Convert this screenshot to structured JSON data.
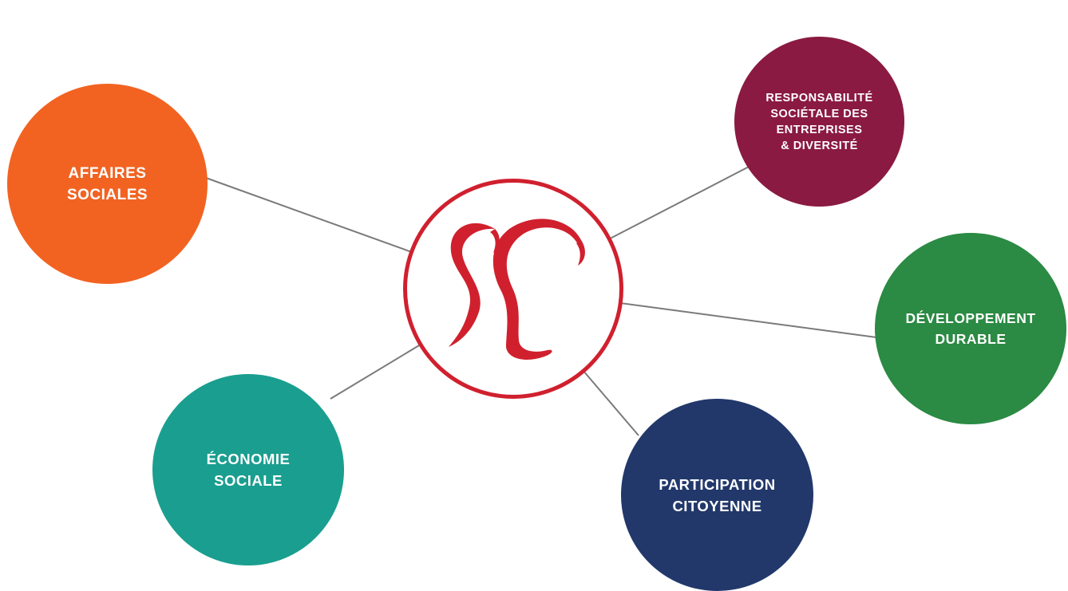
{
  "colors": {
    "connector": "#7a7a7a",
    "hub_accent": "#d0202e",
    "text_on_nodes": "#ffffff"
  },
  "hub": {
    "logo_icon": "ss-monogram-logo-icon",
    "color": "#d0202e"
  },
  "nodes": [
    {
      "id": "affaires",
      "label": "AFFAIRES\nSOCIALES",
      "color": "#f26322"
    },
    {
      "id": "rse",
      "label": "RESPONSABILITÉ\nSOCIÉTALE DES\nENTREPRISES\n& DIVERSITÉ",
      "color": "#8a1a41"
    },
    {
      "id": "dd",
      "label": "DÉVELOPPEMENT\nDURABLE",
      "color": "#2b8a43"
    },
    {
      "id": "eco",
      "label": "ÉCONOMIE\nSOCIALE",
      "color": "#1a9e8f"
    },
    {
      "id": "pc",
      "label": "PARTICIPATION\nCITOYENNE",
      "color": "#22386b"
    }
  ]
}
